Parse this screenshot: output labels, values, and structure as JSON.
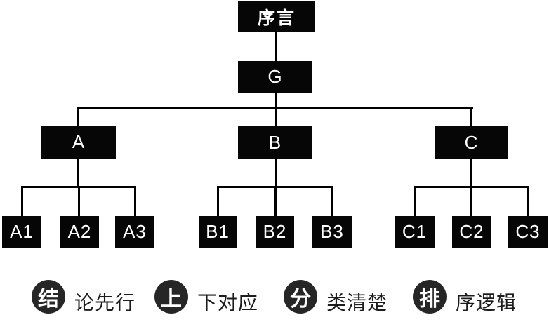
{
  "diagram": {
    "root": {
      "label": "序言"
    },
    "governing": {
      "label": "G"
    },
    "branches": [
      {
        "label": "A",
        "children": [
          {
            "label": "A1"
          },
          {
            "label": "A2"
          },
          {
            "label": "A3"
          }
        ]
      },
      {
        "label": "B",
        "children": [
          {
            "label": "B1"
          },
          {
            "label": "B2"
          },
          {
            "label": "B3"
          }
        ]
      },
      {
        "label": "C",
        "children": [
          {
            "label": "C1"
          },
          {
            "label": "C2"
          },
          {
            "label": "C3"
          }
        ]
      }
    ]
  },
  "principles": [
    {
      "initial": "结",
      "rest": "论先行"
    },
    {
      "initial": "上",
      "rest": "下对应"
    },
    {
      "initial": "分",
      "rest": "类清楚"
    },
    {
      "initial": "排",
      "rest": "序逻辑"
    }
  ],
  "colors": {
    "background": "#ffffff",
    "node_bg": "#060606",
    "node_text": "#ffffff",
    "line": "#000000",
    "badge_bg": "#262626",
    "badge_text": "#ffffff",
    "principle_text": "#1c1c1c"
  }
}
